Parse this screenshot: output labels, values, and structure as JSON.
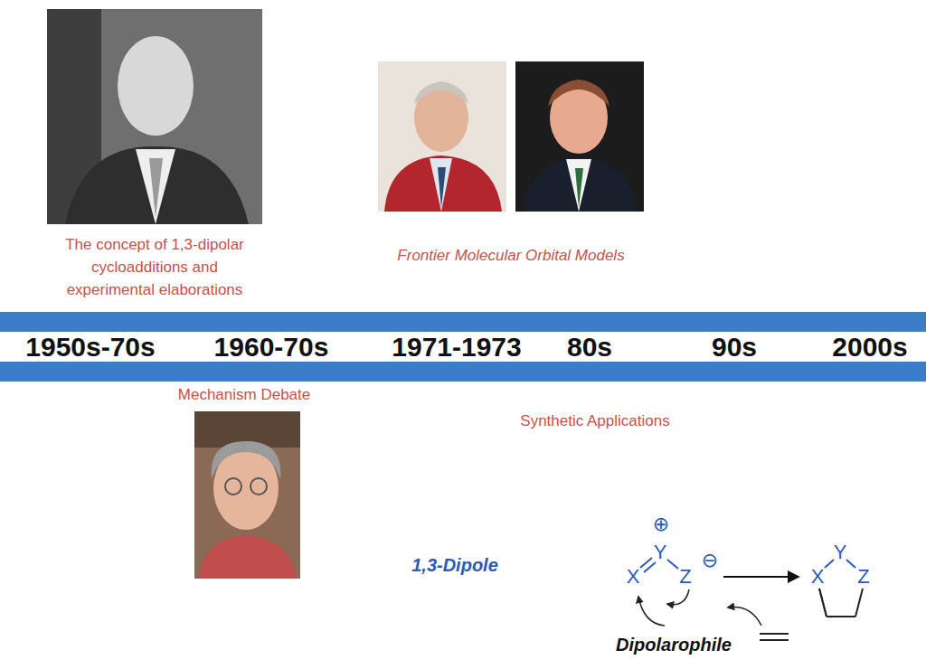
{
  "diagram": {
    "nodes": [
      {
        "text": [
          "1950s-70s",
          "1960-70s",
          "1971-1973",
          "80s",
          "90s",
          "2000s"
        ]
      }
    ],
    "labels": [
      "The concept of 1,3-dipolar cycloadditions and experimental elaborations",
      "Frontier Molecular Orbital Models",
      "Mechanism Debate",
      "Synthetic Applications",
      "1,3-Dipole",
      "⊕",
      "X",
      "Y",
      "Z",
      "⊖",
      "Dipolarophile",
      "X",
      "Y",
      "Z"
    ]
  }
}
